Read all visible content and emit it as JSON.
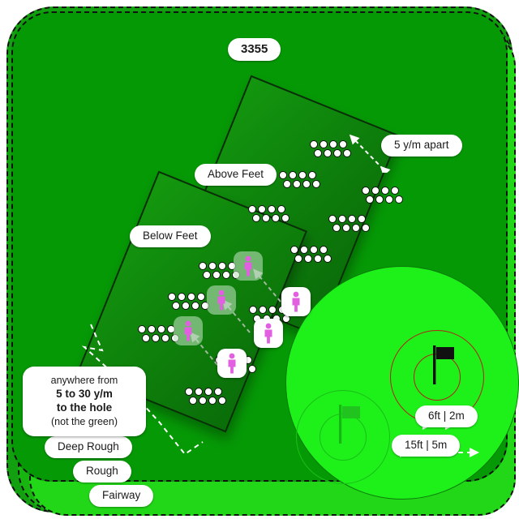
{
  "diagram": {
    "title_pill": "3355",
    "course_bands": [
      {
        "id": "deep-rough",
        "label": "Deep Rough",
        "color": "#13a010"
      },
      {
        "id": "rough",
        "label": "Rough",
        "color": "#18b511"
      },
      {
        "id": "fairway",
        "label": "Fairway",
        "color": "#22d618"
      }
    ],
    "tee_panels": [
      {
        "id": "above",
        "label": "Above Feet"
      },
      {
        "id": "below",
        "label": "Below Feet"
      }
    ],
    "spacing_label": "5 y/m apart",
    "callout": {
      "line1": "anywhere from",
      "line2": "5 to 30 y/m",
      "line3": "to the hole",
      "line4": "(not the green)"
    },
    "green": {
      "inner_ring_label": "6ft | 2m",
      "outer_ring_label": "15ft | 5m",
      "flags": [
        {
          "id": "active-hole",
          "state": "active",
          "color": "#111111"
        },
        {
          "id": "alternate-hole",
          "state": "faded",
          "color": "#16b814"
        }
      ]
    },
    "colors": {
      "deep_rough": "#13a010",
      "rough": "#18b511",
      "fairway": "#22d618",
      "core_turf": "#069906",
      "tee_panel": "#0e800b",
      "putting_green": "#1ef01a",
      "ring_active": "#b02418",
      "person_marker": "#e25fe2",
      "ball": "#ffffff"
    },
    "icons": {
      "person": "person-icon",
      "flag": "flag-icon",
      "ball": "golf-ball-icon"
    },
    "clusters": {
      "above_feet_count": 6,
      "below_feet_count": 5,
      "balls_per_cluster": 8
    },
    "person_markers": {
      "on_shade_count": 3,
      "on_white_count": 3
    }
  }
}
